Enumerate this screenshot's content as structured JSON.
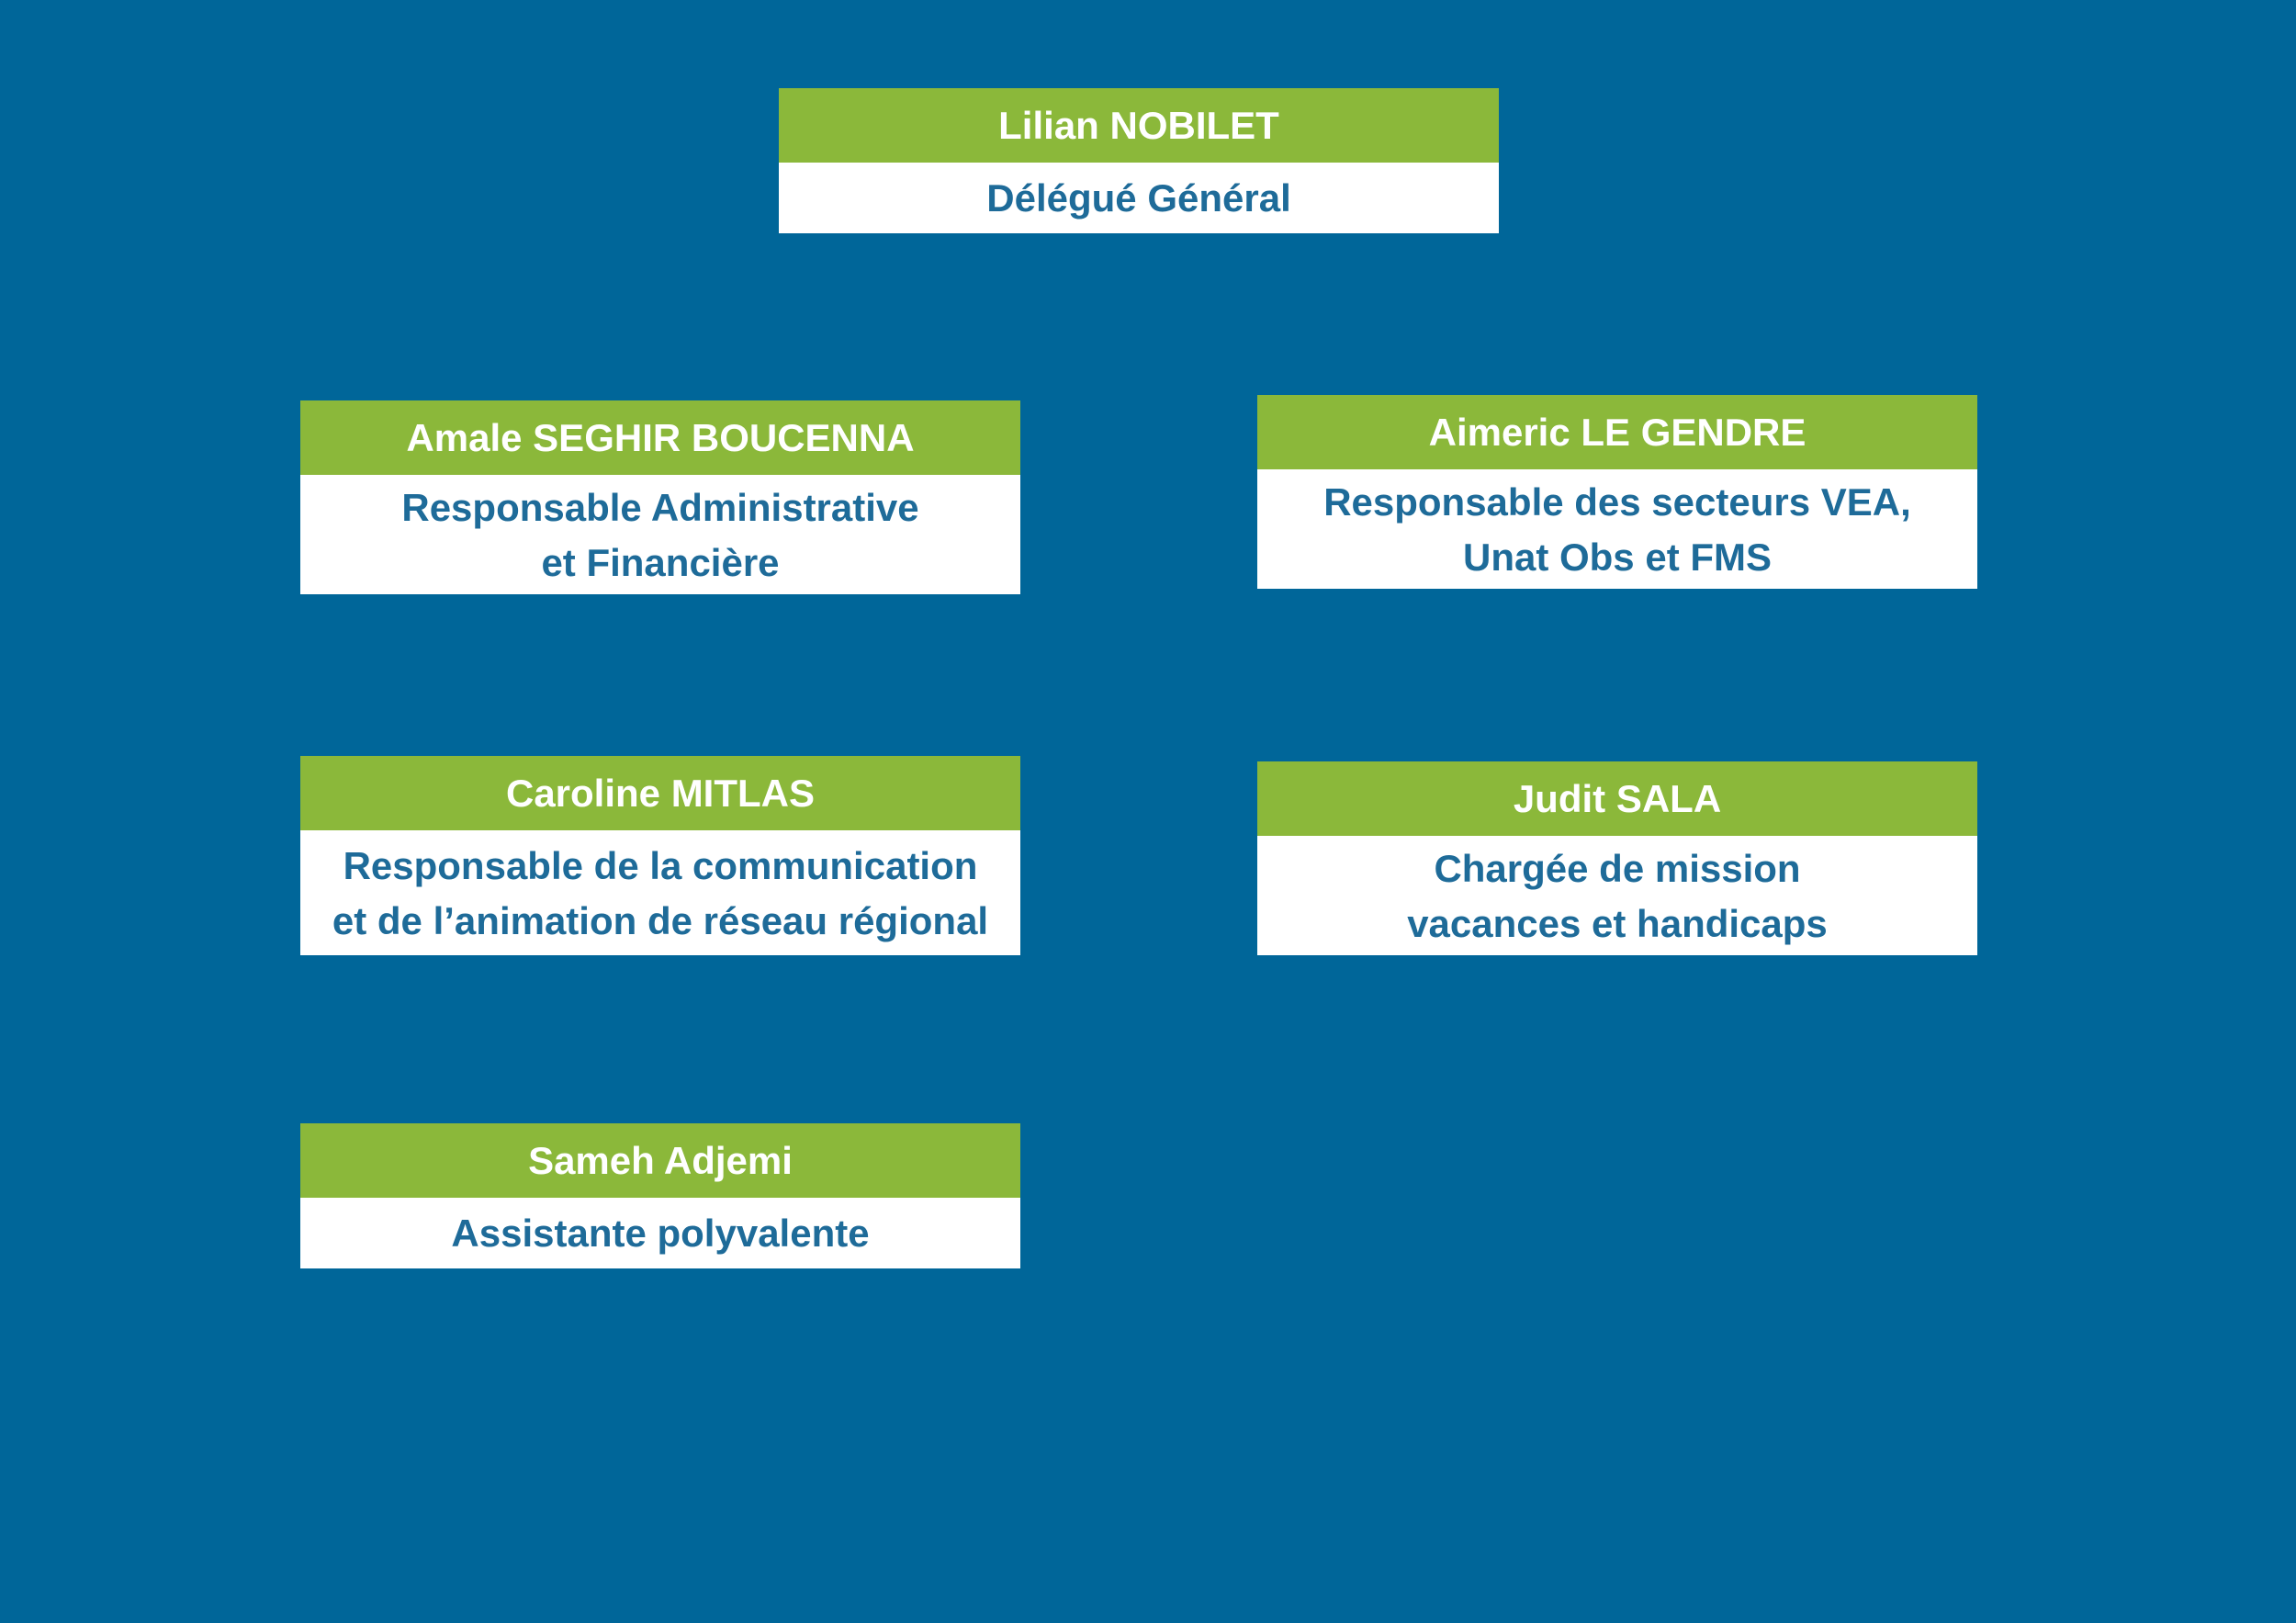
{
  "org_chart": {
    "head": {
      "name": "Lilian NOBILET",
      "role_lines": [
        "Délégué Général"
      ]
    },
    "members": [
      {
        "name": "Amale SEGHIR BOUCENNA",
        "role_lines": [
          "Responsable Administrative",
          "et Financière"
        ]
      },
      {
        "name": "Aimeric LE GENDRE",
        "role_lines": [
          "Responsable des secteurs VEA,",
          "Unat Obs et FMS"
        ]
      },
      {
        "name": "Caroline MITLAS",
        "role_lines": [
          "Responsable de la communication",
          "et de l’animation de réseau régional"
        ]
      },
      {
        "name": "Judit SALA",
        "role_lines": [
          "Chargée de mission",
          "vacances et handicaps"
        ]
      },
      {
        "name": "Sameh Adjemi",
        "role_lines": [
          "Assistante polyvalente"
        ]
      }
    ]
  },
  "colors": {
    "background": "#006699",
    "name_bar": "#8bb83a",
    "name_text": "#ffffff",
    "role_bg": "#ffffff",
    "role_text": "#1e6b99"
  }
}
